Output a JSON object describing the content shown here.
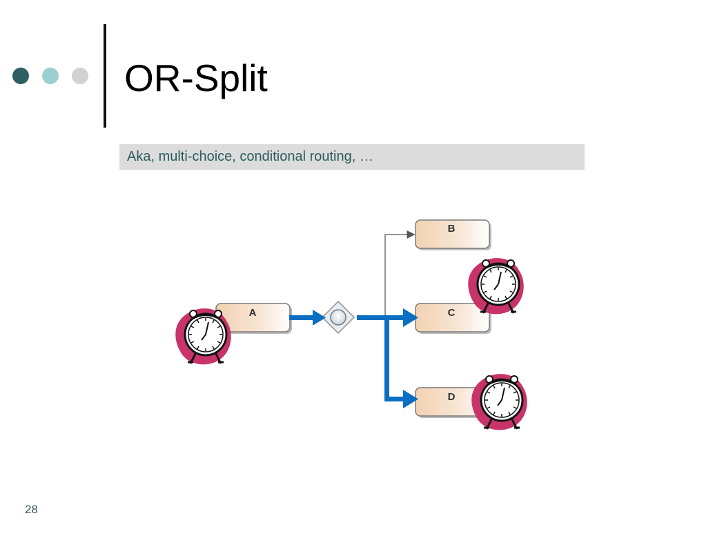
{
  "slide": {
    "title": "OR-Split",
    "subtitle": "Aka, multi-choice, conditional routing, …",
    "page_number": "28"
  },
  "diagram": {
    "tasks": [
      "A",
      "B",
      "C",
      "D"
    ],
    "active_flow": "A → OR gateway → C and D",
    "inactive_flow": "gateway → B",
    "colors": {
      "active_arrow": "#0a6fc2",
      "inactive_arrow": "#707070",
      "task_fill": "#f5d9bd",
      "clock_blob": "#c8336a"
    },
    "icons": [
      "or-gateway-icon",
      "alarm-clock-icon"
    ]
  }
}
